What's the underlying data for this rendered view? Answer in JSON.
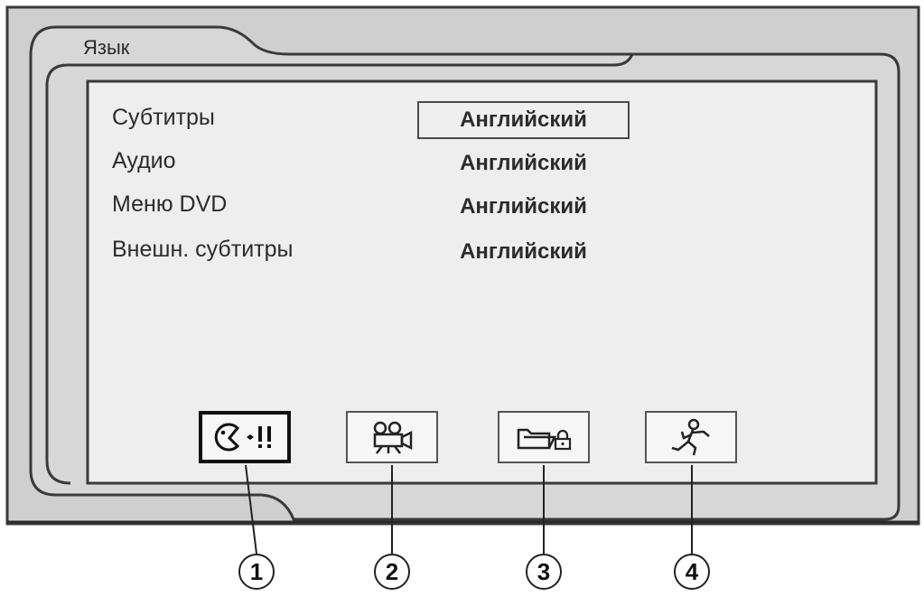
{
  "menu": {
    "title": "Язык"
  },
  "settings": [
    {
      "label": "Субтитры",
      "value": "Английский",
      "selected": true
    },
    {
      "label": "Аудио",
      "value": "Английский",
      "selected": false
    },
    {
      "label": "Меню DVD",
      "value": "Английский",
      "selected": false
    },
    {
      "label": "Внешн. субтитры",
      "value": "Английский",
      "selected": false
    }
  ],
  "tabs": [
    {
      "icon": "language-icon",
      "active": true
    },
    {
      "icon": "video-camera-icon",
      "active": false
    },
    {
      "icon": "folder-lock-icon",
      "active": false
    },
    {
      "icon": "running-figure-icon",
      "active": false
    }
  ],
  "callouts": [
    "1",
    "2",
    "3",
    "4"
  ],
  "colors": {
    "outer_frame": "#cfcfcf",
    "inner_frame": "#dadada",
    "panel": "#eeeeee",
    "outline": "#333333"
  }
}
